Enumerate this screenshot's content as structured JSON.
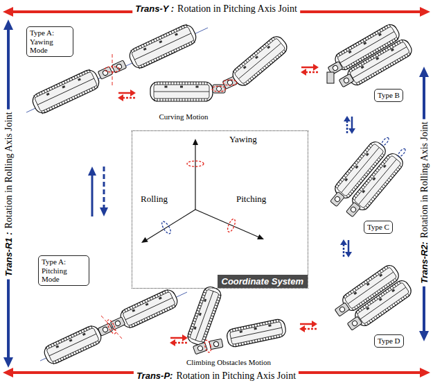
{
  "diagram": {
    "nodes": [
      {
        "text": [
          "Type A: Yawing Mode"
        ]
      },
      {
        "text": [
          "Type B"
        ]
      },
      {
        "text": [
          "Yawing",
          "Rolling",
          "Pitching",
          "Coordinate System"
        ]
      },
      {
        "text": [
          "Type C"
        ]
      },
      {
        "text": [
          "Type A: Pitching Mode"
        ]
      },
      {
        "text": [
          "Type D"
        ]
      }
    ],
    "labels": [
      "Trans-Y :",
      "Rotation in Pitching Axis Joint",
      "Trans-R1 :",
      "Rotation in Rolling Axis Joint",
      "Trans-R2:",
      "Rotation in Rolling Axis Joint",
      "Trans-P:",
      "Rotation in Pitching Axis Joint",
      "Curving Motion",
      "Climbing Obstacles Motion"
    ]
  }
}
